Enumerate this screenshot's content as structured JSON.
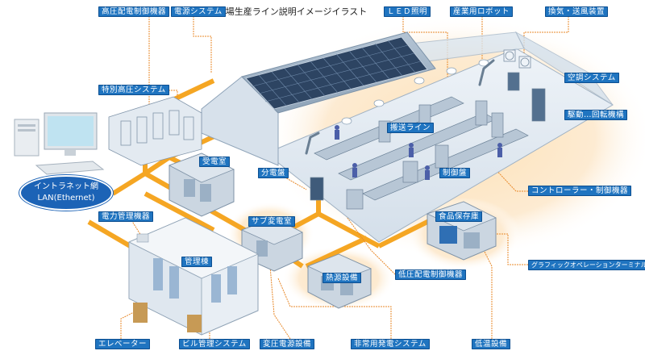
{
  "caption": "工場生産ライン説明イメージイラスト",
  "network": {
    "line1": "イントラネット網",
    "line2": "LAN(Ethernet)"
  },
  "labels": {
    "high_voltage_panel": "高圧配電制御機器",
    "power_system": "電源システム",
    "led_lighting": "ＬＥＤ照明",
    "industrial_robot": "産業用ロボット",
    "ventilation": "換気・送風装置",
    "special_high_voltage": "特別高圧システム",
    "air_conditioning": "空調システム",
    "drive_rotation": "駆動…回転機構",
    "conveyor_line": "搬送ライン",
    "substation": "受電室",
    "distribution_panel": "分電盤",
    "control_panel": "制御盤",
    "controller": "コントローラー・制御機器",
    "power_management": "電力管理機器",
    "sub_substation": "サブ変電室",
    "food_storage": "食品保存庫",
    "management_building": "管理棟",
    "graphic_terminal": "グラフィックオペレーションターミナル",
    "heat_source": "熱源設備",
    "low_voltage_panel": "低圧配電制御機器",
    "elevator": "エレベーター",
    "bms": "ビル管理システム",
    "transformer": "変圧電源設備",
    "emergency_generator": "非常用発電システム",
    "cold_storage": "低温設備"
  },
  "colors": {
    "label_bg": "#1f74c0",
    "network_line": "#f5a623",
    "leader_line": "#e8892a",
    "building": "#c9d6e3",
    "glow": "#fbd9a8"
  }
}
